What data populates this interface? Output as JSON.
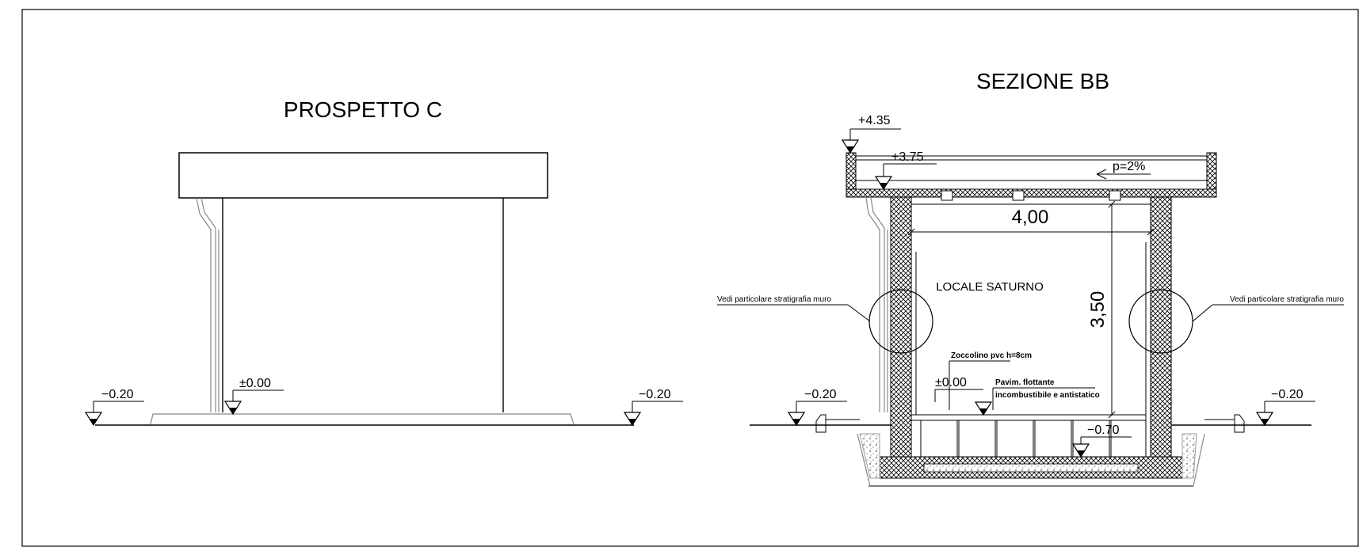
{
  "prospetto": {
    "title": "PROSPETTO C",
    "level_left": "−0.20",
    "level_zero": "±0.00",
    "level_right": "−0.20"
  },
  "sezione": {
    "title": "SEZIONE BB",
    "level_top": "+4.35",
    "level_ceiling": "+3.75",
    "slope": "p=2%",
    "width_dim": "4,00",
    "height_dim": "3,50",
    "room_name": "LOCALE  SATURNO",
    "note_left": "Vedi particolare stratigrafia muro",
    "note_right": "Vedi particolare stratigrafia muro",
    "skirting": "Zoccolino pvc h=8cm",
    "floor_line1": "Pavim. flottante",
    "floor_line2": "incombustibile e antistatico",
    "level_zero": "±0.00",
    "level_left": "−0.20",
    "level_right": "−0.20",
    "level_bottom": "−0.70"
  }
}
